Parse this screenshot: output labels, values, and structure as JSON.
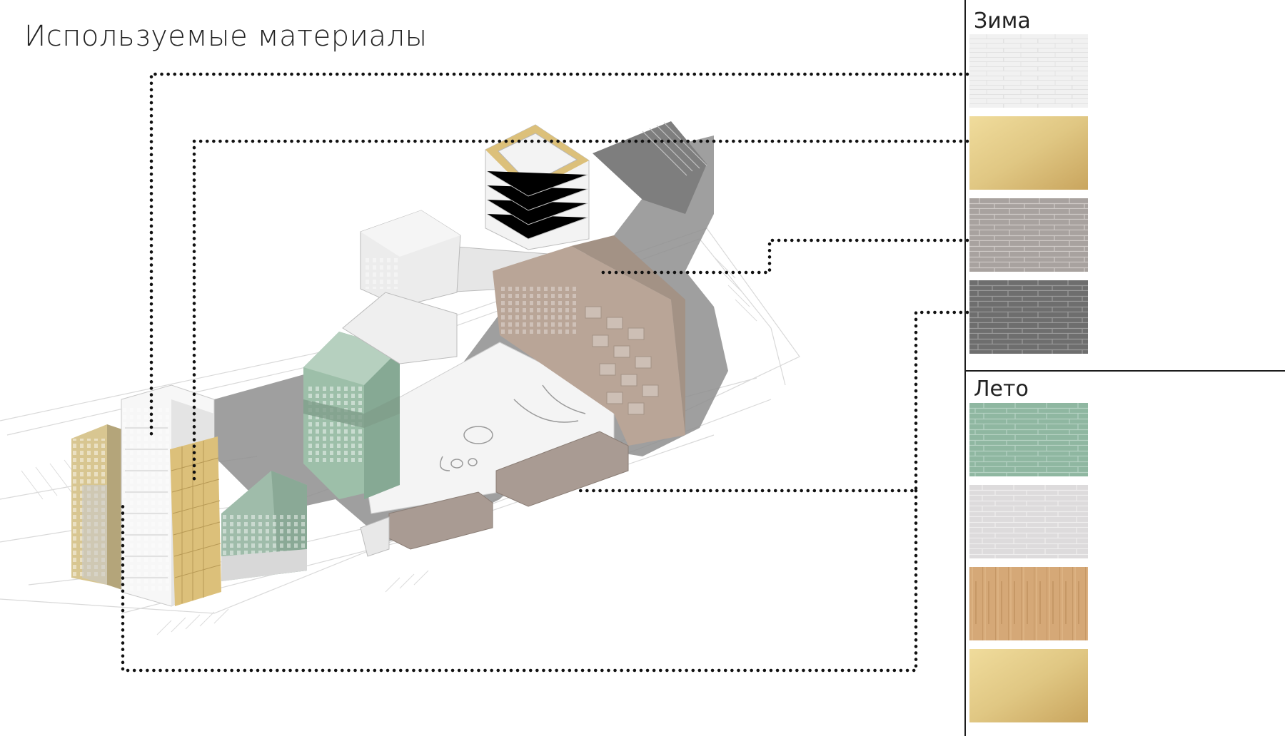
{
  "title": "Используемые материалы",
  "legend": {
    "winter": {
      "label": "Зима",
      "swatches": [
        {
          "name": "white-brick",
          "color": "#f1f1f1"
        },
        {
          "name": "gold-panel",
          "color": "#dcc07a"
        },
        {
          "name": "grey-brick",
          "color": "#a6a09d"
        },
        {
          "name": "dark-grey-brick",
          "color": "#6f6f6f"
        }
      ]
    },
    "summer": {
      "label": "Лето",
      "swatches": [
        {
          "name": "green-brick",
          "color": "#8fb8a2"
        },
        {
          "name": "light-grey-brick",
          "color": "#dddbdc"
        },
        {
          "name": "wood-planks",
          "color": "#d4a676"
        },
        {
          "name": "gold-panel",
          "color": "#dcc07a"
        }
      ]
    }
  }
}
